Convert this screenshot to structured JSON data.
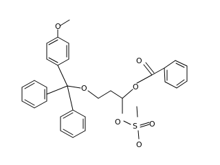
{
  "molecule": {
    "atom_labels": {
      "methoxy_o": "O",
      "ether_o": "O",
      "ester_o": "O",
      "carbonyl_o": "O",
      "mesyl_ester_o": "O",
      "sulfur": "S",
      "sulfonyl_o_1": "O",
      "sulfonyl_o_2": "O"
    },
    "colors": {
      "bond": "#000000",
      "background": "#ffffff"
    }
  }
}
